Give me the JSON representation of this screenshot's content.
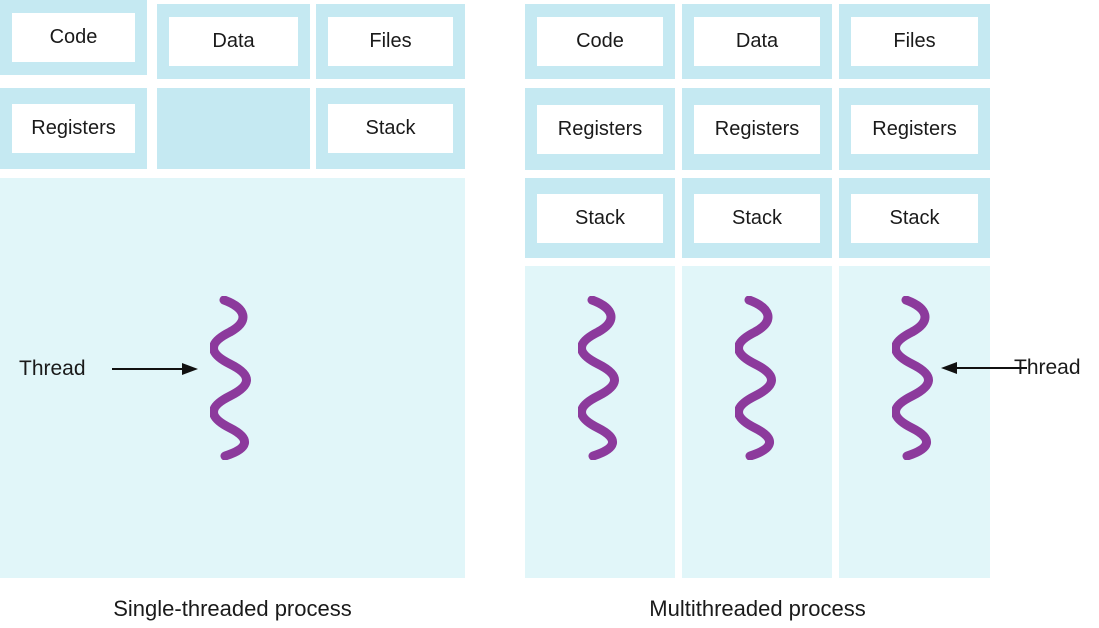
{
  "colors": {
    "cell-bg": "#c5e9f2",
    "area-bg": "#e1f6f9",
    "label-box-bg": "#ffffff",
    "text": "#1a1a1a",
    "thread": "#8c3a9c",
    "arrow": "#111111"
  },
  "single": {
    "row1": [
      "Code",
      "Data",
      "Files"
    ],
    "row2": [
      "Registers",
      "",
      "Stack"
    ],
    "thread_label": "Thread",
    "caption": "Single-threaded process"
  },
  "multi": {
    "row1": [
      "Code",
      "Data",
      "Files"
    ],
    "row2": [
      "Registers",
      "Registers",
      "Registers"
    ],
    "row3": [
      "Stack",
      "Stack",
      "Stack"
    ],
    "thread_label": "Thread",
    "caption": "Multithreaded process"
  }
}
